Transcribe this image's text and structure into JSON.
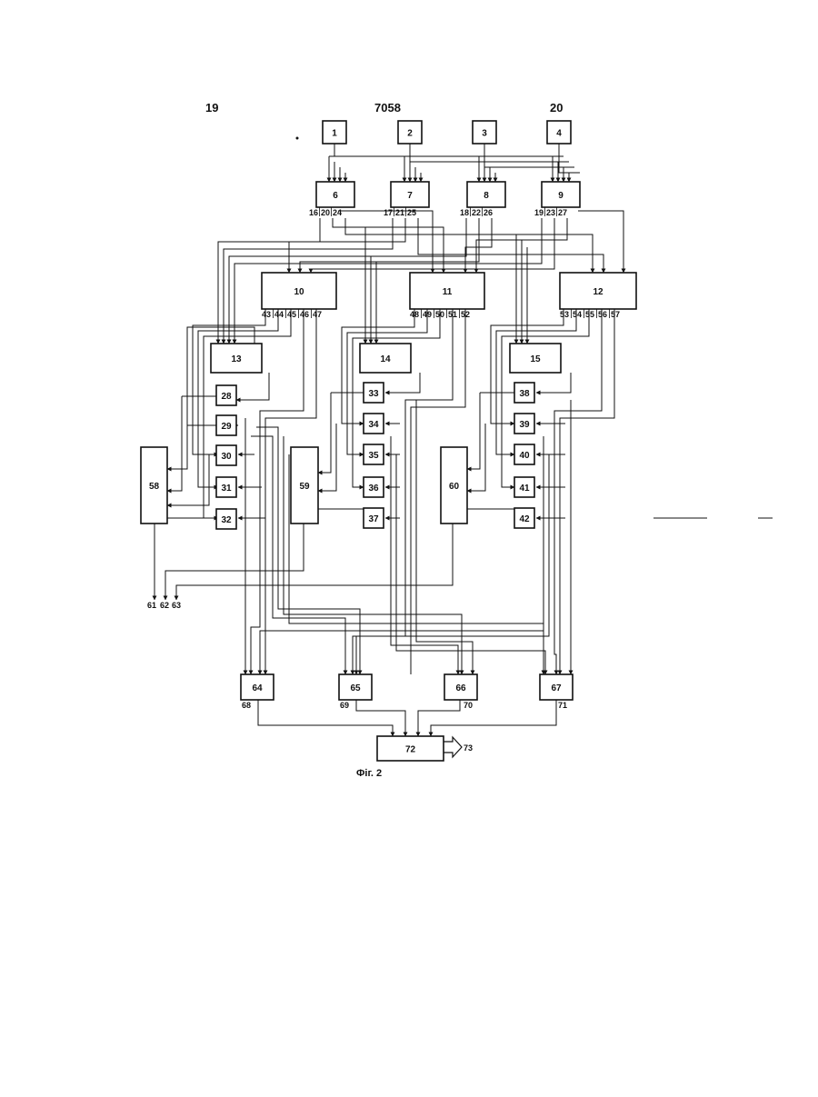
{
  "header": {
    "left": "19",
    "center": "7058",
    "right": "20"
  },
  "caption": "Фіг. 2",
  "blocks": [
    {
      "id": "b1",
      "label": "1"
    },
    {
      "id": "b2",
      "label": "2"
    },
    {
      "id": "b3",
      "label": "3"
    },
    {
      "id": "b4",
      "label": "4"
    },
    {
      "id": "b6",
      "label": "6"
    },
    {
      "id": "b7",
      "label": "7"
    },
    {
      "id": "b8",
      "label": "8"
    },
    {
      "id": "b9",
      "label": "9"
    },
    {
      "id": "b10",
      "label": "10"
    },
    {
      "id": "b11",
      "label": "11"
    },
    {
      "id": "b12",
      "label": "12"
    },
    {
      "id": "b13",
      "label": "13"
    },
    {
      "id": "b14",
      "label": "14"
    },
    {
      "id": "b15",
      "label": "15"
    },
    {
      "id": "b28",
      "label": "28"
    },
    {
      "id": "b29",
      "label": "29"
    },
    {
      "id": "b30",
      "label": "30"
    },
    {
      "id": "b31",
      "label": "31"
    },
    {
      "id": "b32",
      "label": "32"
    },
    {
      "id": "b33",
      "label": "33"
    },
    {
      "id": "b34",
      "label": "34"
    },
    {
      "id": "b35",
      "label": "35"
    },
    {
      "id": "b36",
      "label": "36"
    },
    {
      "id": "b37",
      "label": "37"
    },
    {
      "id": "b38",
      "label": "38"
    },
    {
      "id": "b39",
      "label": "39"
    },
    {
      "id": "b40",
      "label": "40"
    },
    {
      "id": "b41",
      "label": "41"
    },
    {
      "id": "b42",
      "label": "42"
    },
    {
      "id": "b58",
      "label": "58"
    },
    {
      "id": "b59",
      "label": "59"
    },
    {
      "id": "b60",
      "label": "60"
    },
    {
      "id": "b64",
      "label": "64"
    },
    {
      "id": "b65",
      "label": "65"
    },
    {
      "id": "b66",
      "label": "66"
    },
    {
      "id": "b67",
      "label": "67"
    },
    {
      "id": "b72",
      "label": "72"
    }
  ],
  "pins": {
    "b6": [
      "16",
      "20",
      "24"
    ],
    "b7": [
      "17",
      "21",
      "25"
    ],
    "b8": [
      "18",
      "22",
      "26"
    ],
    "b9": [
      "19",
      "23",
      "27"
    ],
    "b10": [
      "43",
      "44",
      "45",
      "46",
      "47"
    ],
    "b11": [
      "48",
      "49",
      "50",
      "51",
      "52"
    ],
    "b12": [
      "53",
      "54",
      "55",
      "56",
      "57"
    ]
  },
  "outputs": {
    "o61": "61",
    "o62": "62",
    "o63": "63",
    "o68": "68",
    "o69": "69",
    "o70": "70",
    "o71": "71",
    "o73": "73"
  }
}
